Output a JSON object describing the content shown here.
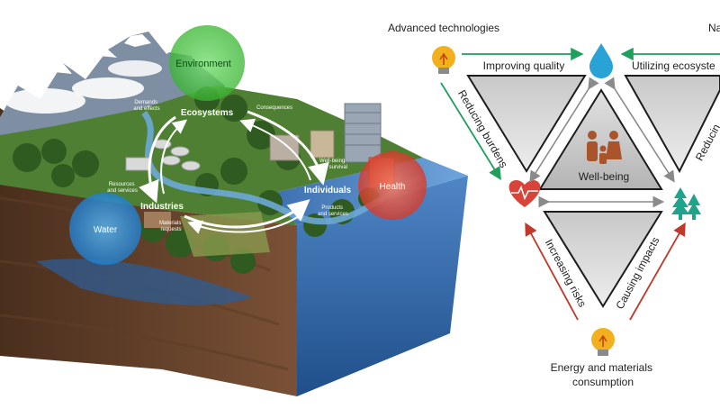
{
  "block_diagram": {
    "bubbles": {
      "environment": "Environment",
      "water": "Water",
      "health": "Health"
    },
    "nodes": {
      "ecosystems": "Ecosystems",
      "industries": "Industries",
      "individuals": "Individuals"
    },
    "flow_labels": {
      "demands": [
        "Demands",
        "and effects"
      ],
      "consequences": "Consequences",
      "resources": [
        "Resources",
        "and services"
      ],
      "wellbeing_survival": [
        "Well-being",
        "and survival"
      ],
      "materials": [
        "Materials",
        "requests"
      ],
      "products": [
        "Products",
        "and services"
      ]
    }
  },
  "triangle_diagram": {
    "top_left_label": "Advanced technologies",
    "top_right_label": "Na",
    "bottom_label": [
      "Energy and materials",
      "consumption"
    ],
    "center_label": "Well-being",
    "arrow_labels": {
      "improving_quality": "Improving quality",
      "utilizing_ecosystems": "Utilizing ecosyste",
      "reducing_burdens": "Reducing burdens",
      "reducing_right": "Reducin",
      "increasing_risks": "Increasing risks",
      "causing_impacts": "Causing impacts"
    },
    "colors": {
      "green_arrow": "#1f9e5c",
      "red_arrow": "#c0392b",
      "water_drop": "#29a3d6",
      "heart": "#d9443a",
      "tree": "#1fa38a",
      "people": "#a9542a",
      "bulb": "#f2b01e"
    }
  }
}
